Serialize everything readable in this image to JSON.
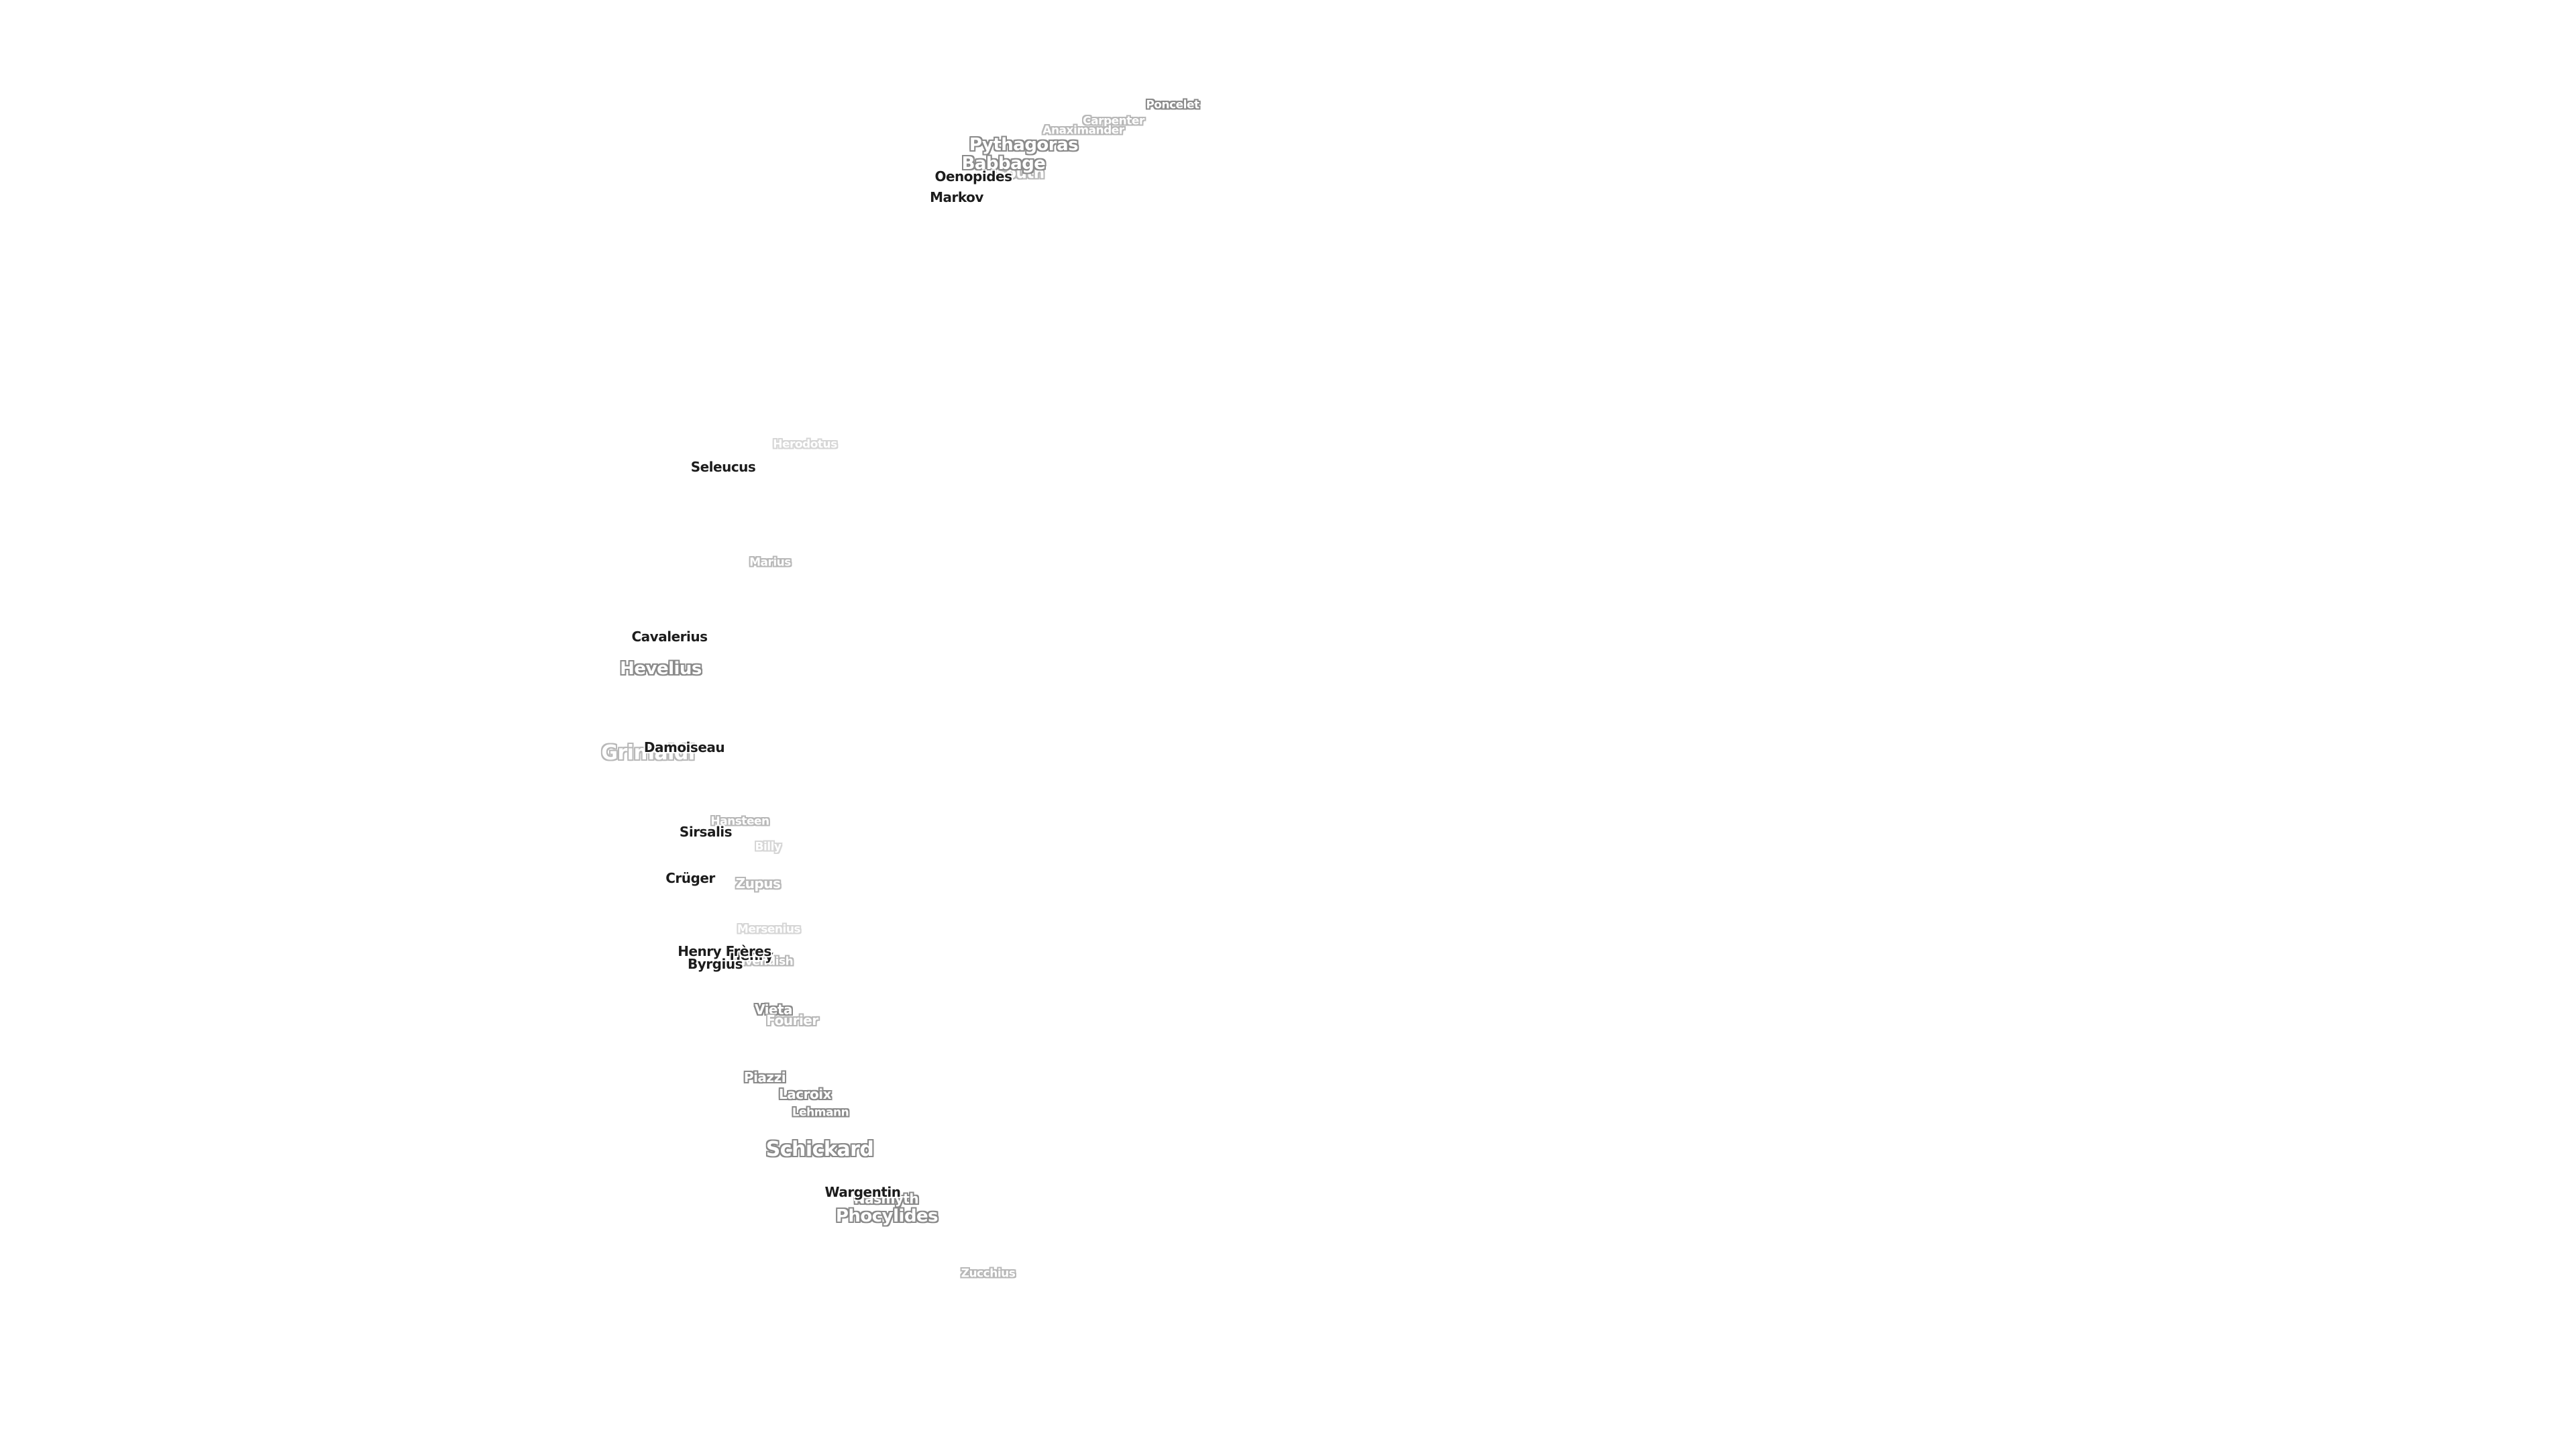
{
  "map": {
    "labels": {
      "poncelet": "Poncelet",
      "carpenter": "Carpenter",
      "anaximander": "Anaximander",
      "pythagoras": "Pythagoras",
      "babbage": "Babbage",
      "oenopides": "Oenopides",
      "south": "South",
      "markov": "Markov",
      "herodotus": "Herodotus",
      "seleucus": "Seleucus",
      "marius": "Marius",
      "cavalerius": "Cavalerius",
      "hevelius": "Hevelius",
      "grimaldi": "Grimaldi",
      "damoiseau": "Damoiseau",
      "hansteen": "Hansteen",
      "sirsalis": "Sirsalis",
      "billy": "Billy",
      "cruger": "Crüger",
      "zupus": "Zupus",
      "mersenius": "Mersenius",
      "henry_freres": "Henry Frères",
      "henry": "Henry",
      "byrgius": "Byrgius",
      "cavendish": "Cavendish",
      "vieta": "Vieta",
      "fourier": "Fourier",
      "piazzi": "Piazzi",
      "lacroix": "Lacroix",
      "lehmann": "Lehmann",
      "schickard": "Schickard",
      "wargentin": "Wargentin",
      "nasmyth": "Nasmyth",
      "phocylides": "Phocylides",
      "zucchius": "Zucchius"
    }
  }
}
